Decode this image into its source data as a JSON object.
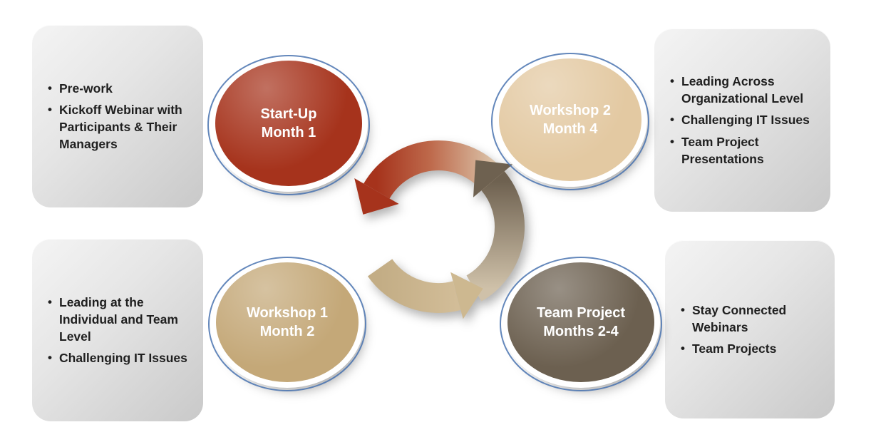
{
  "circles": {
    "start_up": {
      "line1": "Start-Up",
      "line2": "Month 1",
      "color": "#A6331C",
      "text_color": "#FFFFFF"
    },
    "workshop2": {
      "line1": "Workshop 2",
      "line2": "Month 4",
      "color": "#E3C9A2",
      "text_color": "#FFFFFF"
    },
    "workshop1": {
      "line1": "Workshop 1",
      "line2": "Month 2",
      "color": "#C4A878",
      "text_color": "#FFFFFF"
    },
    "team_project": {
      "line1": "Team Project",
      "line2": "Months 2-4",
      "color": "#6C6050",
      "text_color": "#FFFFFF"
    }
  },
  "boxes": {
    "top_left": {
      "bullets": [
        "Pre-work",
        "Kickoff Webinar with Participants  & Their Managers"
      ]
    },
    "top_right": {
      "bullets": [
        "Leading Across Organizational Level",
        "Challenging IT Issues",
        "Team Project Presentations"
      ]
    },
    "bottom_left": {
      "bullets": [
        "Leading at the Individual and Team Level",
        "Challenging IT Issues"
      ]
    },
    "bottom_right": {
      "bullets": [
        "Stay Connected Webinars",
        "Team Projects"
      ]
    }
  },
  "cycle": {
    "arrow_colors": {
      "top_arrow": "#A6331C",
      "right_arrow": "#6E6150",
      "bottom_arrow": "#C9B28B"
    },
    "accent_ring_color": "#4872AF"
  }
}
